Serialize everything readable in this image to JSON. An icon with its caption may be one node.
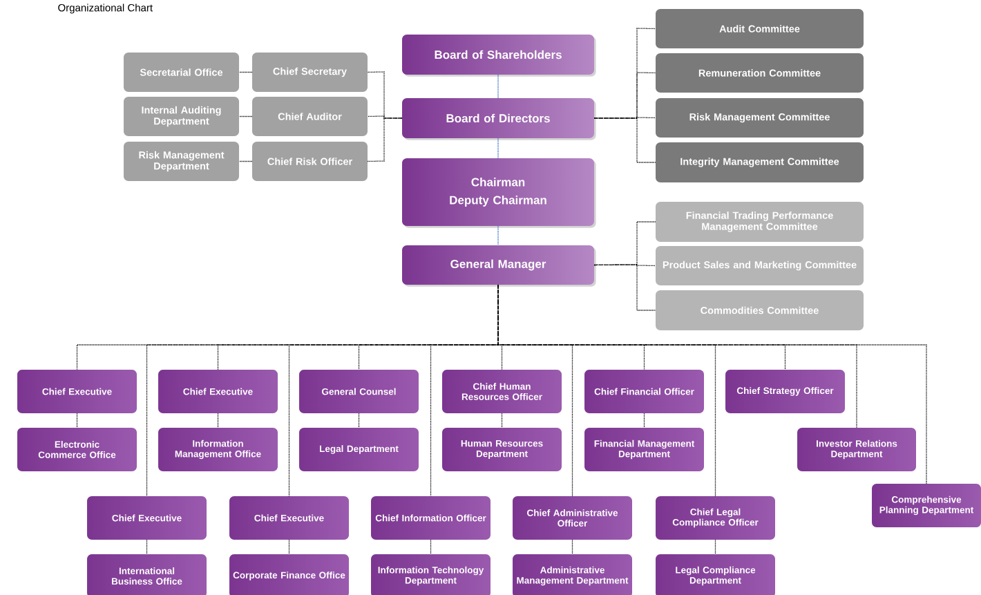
{
  "diagram": {
    "title": "Organizational Chart",
    "nodes": [
      {
        "text": [
          "Board of Shareholders"
        ]
      },
      {
        "text": [
          "Board of Directors"
        ]
      },
      {
        "text": [
          "Chairman",
          "Deputy Chairman"
        ]
      },
      {
        "text": [
          "General Manager"
        ]
      },
      {
        "text": [
          "Secretarial Office"
        ]
      },
      {
        "text": [
          "Chief Secretary"
        ]
      },
      {
        "text": [
          "Internal Auditing Department"
        ]
      },
      {
        "text": [
          "Chief Auditor"
        ]
      },
      {
        "text": [
          "Risk Management Department"
        ]
      },
      {
        "text": [
          "Chief Risk Officer"
        ]
      },
      {
        "text": [
          "Audit Committee"
        ]
      },
      {
        "text": [
          "Remuneration Committee"
        ]
      },
      {
        "text": [
          "Risk Management Committee"
        ]
      },
      {
        "text": [
          "Integrity Management Committee"
        ]
      },
      {
        "text": [
          "Financial Trading Performance Management Committee"
        ]
      },
      {
        "text": [
          "Product Sales and Marketing Committee"
        ]
      },
      {
        "text": [
          "Commodities Committee"
        ]
      },
      {
        "text": [
          "Chief Executive"
        ]
      },
      {
        "text": [
          "Electronic Commerce Office"
        ]
      },
      {
        "text": [
          "Chief Executive"
        ]
      },
      {
        "text": [
          "Information Management Office"
        ]
      },
      {
        "text": [
          "General Counsel"
        ]
      },
      {
        "text": [
          "Legal Department"
        ]
      },
      {
        "text": [
          "Chief Human Resources Officer"
        ]
      },
      {
        "text": [
          "Human Resources Department"
        ]
      },
      {
        "text": [
          "Chief Financial Officer"
        ]
      },
      {
        "text": [
          "Financial Management Department"
        ]
      },
      {
        "text": [
          "Chief Strategy Officer"
        ]
      },
      {
        "text": [
          "Investor Relations Department"
        ]
      },
      {
        "text": [
          "Chief Executive"
        ]
      },
      {
        "text": [
          "International Business Office"
        ]
      },
      {
        "text": [
          "Chief Executive"
        ]
      },
      {
        "text": [
          "Corporate Finance Office"
        ]
      },
      {
        "text": [
          "Chief Information Officer"
        ]
      },
      {
        "text": [
          "Information Technology Department"
        ]
      },
      {
        "text": [
          "Chief Administrative Officer"
        ]
      },
      {
        "text": [
          "Administrative Management Department"
        ]
      },
      {
        "text": [
          "Chief Legal Compliance Officer"
        ]
      },
      {
        "text": [
          "Legal Compliance Department"
        ]
      },
      {
        "text": [
          "Comprehensive Planning Department"
        ]
      }
    ],
    "edges": [
      {
        "from": 0,
        "to": 1,
        "arrow": "none",
        "color": "#1f5fbf"
      },
      {
        "from": 1,
        "to": 2,
        "arrow": "none",
        "color": "#1f5fbf"
      },
      {
        "from": 2,
        "to": 3,
        "arrow": "none",
        "color": "#1f5fbf"
      },
      {
        "from": 1,
        "to": 5,
        "arrow": "none"
      },
      {
        "from": 1,
        "to": 7,
        "arrow": "none"
      },
      {
        "from": 1,
        "to": 9,
        "arrow": "none"
      },
      {
        "from": 5,
        "to": 4,
        "arrow": "none"
      },
      {
        "from": 7,
        "to": 6,
        "arrow": "none"
      },
      {
        "from": 9,
        "to": 8,
        "arrow": "none"
      },
      {
        "from": 1,
        "to": 10,
        "arrow": "none"
      },
      {
        "from": 1,
        "to": 11,
        "arrow": "none"
      },
      {
        "from": 1,
        "to": 12,
        "arrow": "none"
      },
      {
        "from": 1,
        "to": 13,
        "arrow": "none"
      },
      {
        "from": 3,
        "to": 14,
        "arrow": "none"
      },
      {
        "from": 3,
        "to": 15,
        "arrow": "none"
      },
      {
        "from": 3,
        "to": 16,
        "arrow": "none"
      },
      {
        "from": 3,
        "to": 17,
        "arrow": "none"
      },
      {
        "from": 3,
        "to": 29,
        "arrow": "none"
      },
      {
        "from": 3,
        "to": 19,
        "arrow": "none"
      },
      {
        "from": 3,
        "to": 31,
        "arrow": "none"
      },
      {
        "from": 3,
        "to": 21,
        "arrow": "none"
      },
      {
        "from": 3,
        "to": 33,
        "arrow": "none"
      },
      {
        "from": 3,
        "to": 23,
        "arrow": "none"
      },
      {
        "from": 3,
        "to": 35,
        "arrow": "none"
      },
      {
        "from": 3,
        "to": 25,
        "arrow": "none"
      },
      {
        "from": 3,
        "to": 37,
        "arrow": "none"
      },
      {
        "from": 3,
        "to": 27,
        "arrow": "none"
      },
      {
        "from": 3,
        "to": 28,
        "arrow": "none"
      },
      {
        "from": 3,
        "to": 39,
        "arrow": "none"
      },
      {
        "from": 17,
        "to": 18,
        "arrow": "none"
      },
      {
        "from": 19,
        "to": 20,
        "arrow": "none"
      },
      {
        "from": 21,
        "to": 22,
        "arrow": "none"
      },
      {
        "from": 23,
        "to": 24,
        "arrow": "none"
      },
      {
        "from": 25,
        "to": 26,
        "arrow": "none"
      },
      {
        "from": 29,
        "to": 30,
        "arrow": "none"
      },
      {
        "from": 31,
        "to": 32,
        "arrow": "none"
      },
      {
        "from": 33,
        "to": 34,
        "arrow": "none"
      },
      {
        "from": 35,
        "to": 36,
        "arrow": "none"
      },
      {
        "from": 37,
        "to": 38,
        "arrow": "none"
      }
    ]
  }
}
